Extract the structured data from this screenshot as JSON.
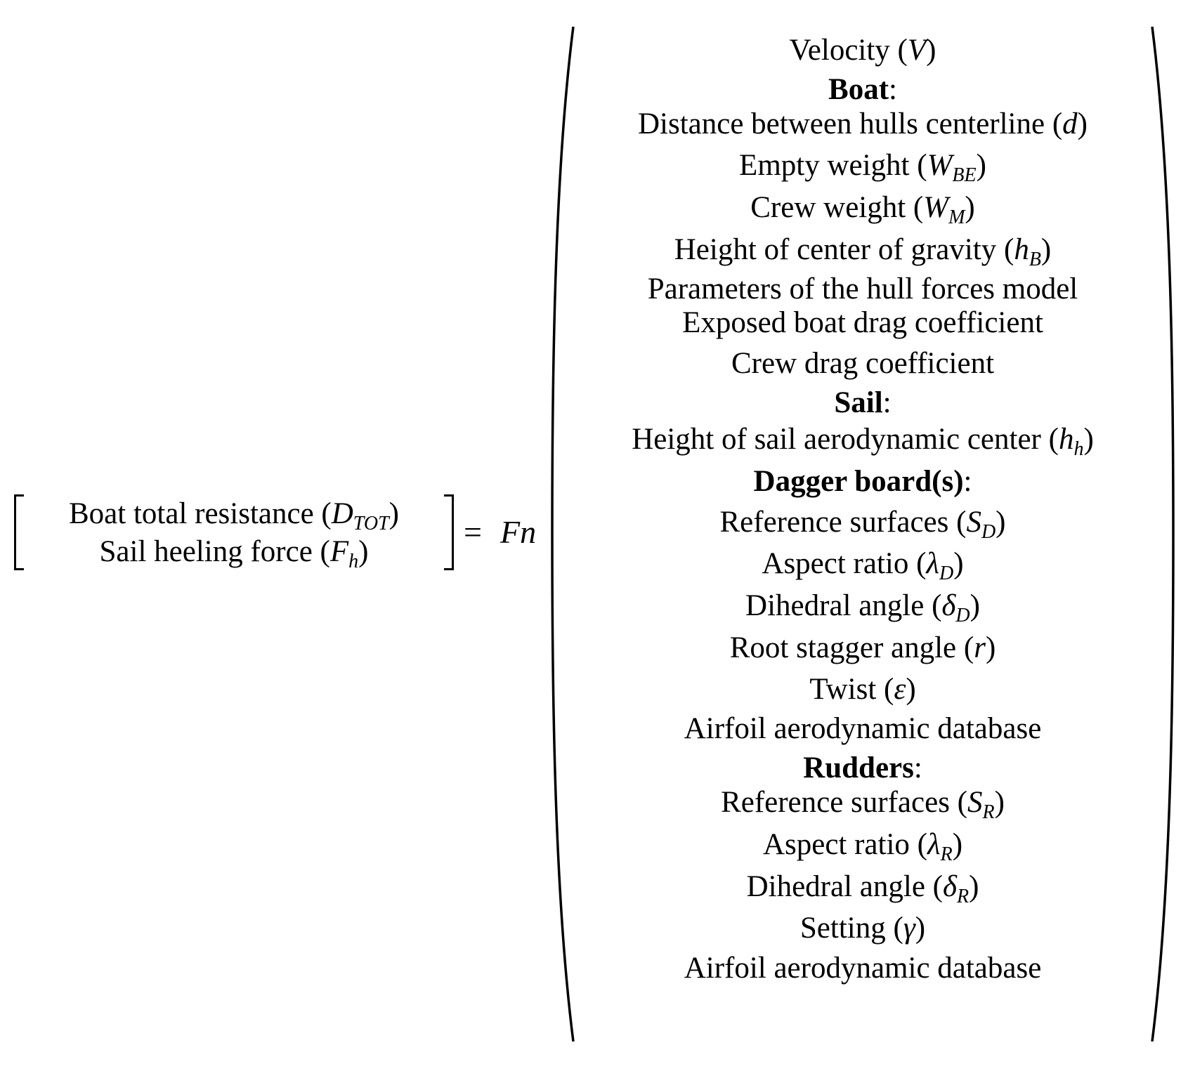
{
  "lhs": {
    "row1_text": "Boat total resistance (",
    "row1_var": "D",
    "row1_sub": "TOT",
    "row1_close": ")",
    "row2_text": "Sail heeling force (",
    "row2_var": "F",
    "row2_sub": "h",
    "row2_close": ")"
  },
  "equals": "=",
  "fn": "Fn",
  "params": [
    {
      "text": "Velocity (",
      "var": "V",
      "sub": "",
      "close": ")",
      "bold": false
    },
    {
      "text": "Boat",
      "var": "",
      "sub": "",
      "close": ":",
      "bold": true
    },
    {
      "text": "Distance between hulls centerline (",
      "var": "d",
      "sub": "",
      "close": ")",
      "bold": false
    },
    {
      "text": "Empty weight (",
      "var": "W",
      "sub": "BE",
      "close": ")",
      "bold": false
    },
    {
      "text": "Crew weight (",
      "var": "W",
      "sub": "M",
      "close": ")",
      "bold": false
    },
    {
      "text": "Height of center of gravity (",
      "var": "h",
      "sub": "B",
      "close": ")",
      "bold": false
    },
    {
      "text": "Parameters of the hull forces model",
      "var": "",
      "sub": "",
      "close": "",
      "bold": false
    },
    {
      "text": "Exposed boat drag coefficient",
      "var": "",
      "sub": "",
      "close": "",
      "bold": false
    },
    {
      "text": "Crew drag coefficient",
      "var": "",
      "sub": "",
      "close": "",
      "bold": false
    },
    {
      "text": "Sail",
      "var": "",
      "sub": "",
      "close": ":",
      "bold": true
    },
    {
      "text": "Height of sail aerodynamic center (",
      "var": "h",
      "sub": "h",
      "close": ")",
      "bold": false
    },
    {
      "text": "Dagger board(s)",
      "var": "",
      "sub": "",
      "close": ":",
      "bold": true
    },
    {
      "text": "Reference surfaces (",
      "var": "S",
      "sub": "D",
      "close": ")",
      "bold": false
    },
    {
      "text": "Aspect ratio (",
      "var": "λ",
      "sub": "D",
      "close": ")",
      "bold": false
    },
    {
      "text": "Dihedral angle (",
      "var": "δ",
      "sub": "D",
      "close": ")",
      "bold": false
    },
    {
      "text": "Root stagger angle (",
      "var": "r",
      "sub": "",
      "close": ")",
      "bold": false
    },
    {
      "text": "Twist (",
      "var": "ε",
      "sub": "",
      "close": ")",
      "bold": false
    },
    {
      "text": "Airfoil aerodynamic database",
      "var": "",
      "sub": "",
      "close": "",
      "bold": false
    },
    {
      "text": "Rudders",
      "var": "",
      "sub": "",
      "close": ":",
      "bold": true
    },
    {
      "text": "Reference surfaces (",
      "var": "S",
      "sub": "R",
      "close": ")",
      "bold": false
    },
    {
      "text": "Aspect ratio (",
      "var": "λ",
      "sub": "R",
      "close": ")",
      "bold": false
    },
    {
      "text": "Dihedral angle (",
      "var": "δ",
      "sub": "R",
      "close": ")",
      "bold": false
    },
    {
      "text": "Setting (",
      "var": "γ",
      "sub": "",
      "close": ")",
      "bold": false
    },
    {
      "text": "Airfoil aerodynamic database",
      "var": "",
      "sub": "",
      "close": "",
      "bold": false
    }
  ]
}
